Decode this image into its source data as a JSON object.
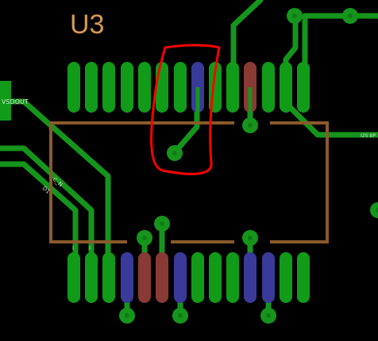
{
  "designator": "U3",
  "net_labels": {
    "left_edge": "VSDOUT",
    "right_edge": "I2S BP",
    "diag_1": "C_N",
    "diag_2": "D1",
    "vert_1": "I",
    "vert_2": "I"
  },
  "colors": {
    "background": "#000000",
    "pad_green": "#119b19",
    "pad_blue": "#3a3a9a",
    "pad_red": "#8a3a35",
    "trace": "#16951c",
    "silkscreen": "#8a5a2a",
    "designator": "#d79a55",
    "annotation": "#ff0000"
  },
  "annotation": {
    "shape": "red-freehand-loop",
    "target": "via-under-top-pad-8"
  }
}
